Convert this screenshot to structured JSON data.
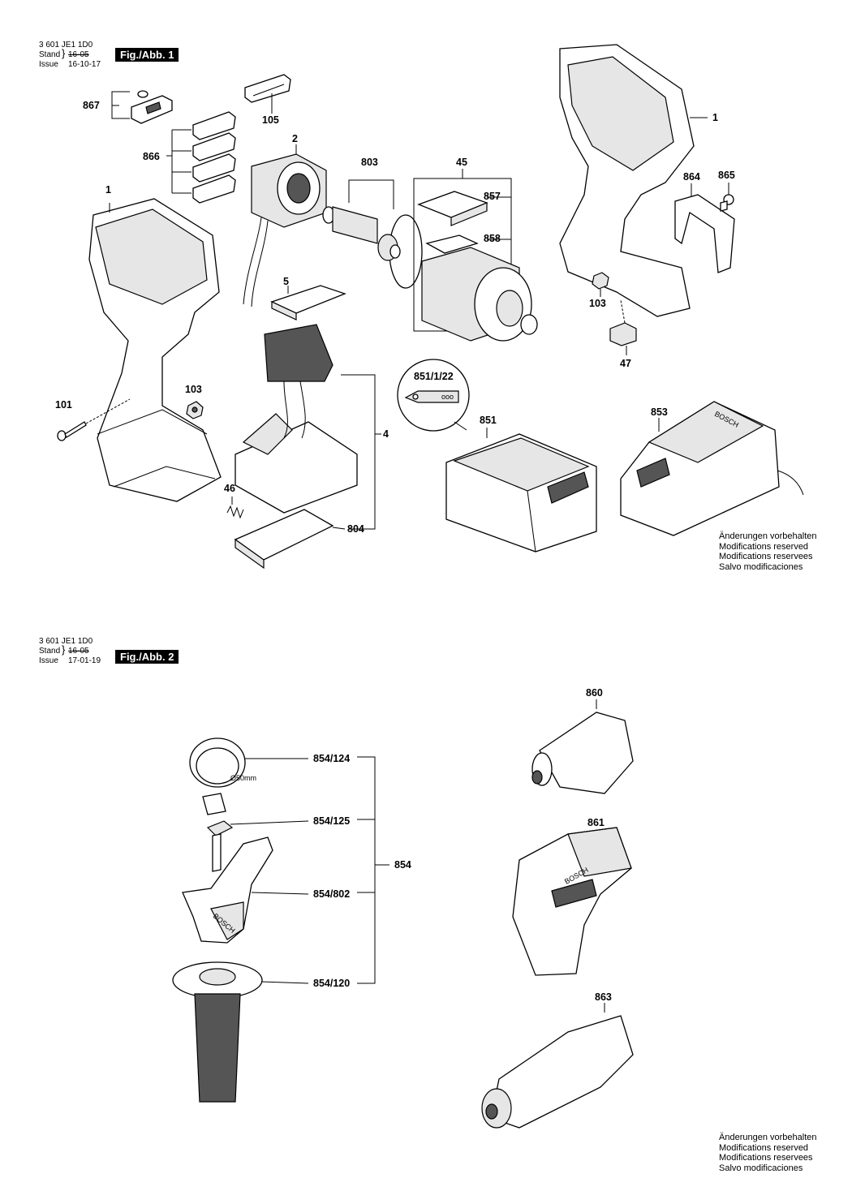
{
  "figure1": {
    "doc_number": "3 601 JE1 1D0",
    "stand_label": "Stand",
    "stand_value": "16-05",
    "issue_label": "Issue",
    "issue_value": "16-10-17",
    "fig_label": "Fig./Abb. 1",
    "part_labels": {
      "p867": "867",
      "p105": "105",
      "p866": "866",
      "p2": "2",
      "p803": "803",
      "p45": "45",
      "p857": "857",
      "p858": "858",
      "p1_left": "1",
      "p1_right": "1",
      "p864": "864",
      "p865": "865",
      "p5": "5",
      "p103_right": "103",
      "p47": "47",
      "p103_left": "103",
      "p101": "101",
      "p4": "4",
      "p851_1_22": "851/1/22",
      "p851": "851",
      "p853": "853",
      "p46": "46",
      "p804": "804"
    },
    "marking_text": {
      "battery_id": "ooo",
      "charger_brand": "BOSCH"
    },
    "notes": [
      "Änderungen vorbehalten",
      "Modifications reserved",
      "Modifications reservees",
      "Salvo modificaciones"
    ]
  },
  "figure2": {
    "doc_number": "3 601 JE1 1D0",
    "stand_label": "Stand",
    "stand_value": "16-05",
    "issue_label": "Issue",
    "issue_value": "17-01-19",
    "fig_label": "Fig./Abb. 2",
    "part_labels": {
      "p854_124": "854/124",
      "p854_125": "854/125",
      "p854": "854",
      "p854_802": "854/802",
      "p854_120": "854/120",
      "p860": "860",
      "p861": "861",
      "p863": "863"
    },
    "diameter_note": "Ø50mm",
    "marking_text": {
      "handle_brand": "BOSCH",
      "adapter_brand": "BOSCH"
    },
    "notes": [
      "Änderungen vorbehalten",
      "Modifications reserved",
      "Modifications reservees",
      "Salvo modificaciones"
    ]
  }
}
